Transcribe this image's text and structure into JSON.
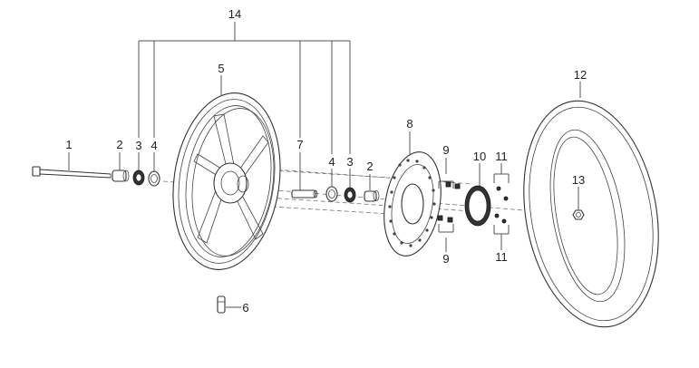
{
  "callouts": {
    "c1": "1",
    "c2a": "2",
    "c2b": "2",
    "c3a": "3",
    "c3b": "3",
    "c4a": "4",
    "c4b": "4",
    "c5": "5",
    "c6": "6",
    "c7": "7",
    "c8": "8",
    "c9a": "9",
    "c9b": "9",
    "c10": "10",
    "c11a": "11",
    "c11b": "11",
    "c12": "12",
    "c13": "13",
    "c14": "14"
  }
}
